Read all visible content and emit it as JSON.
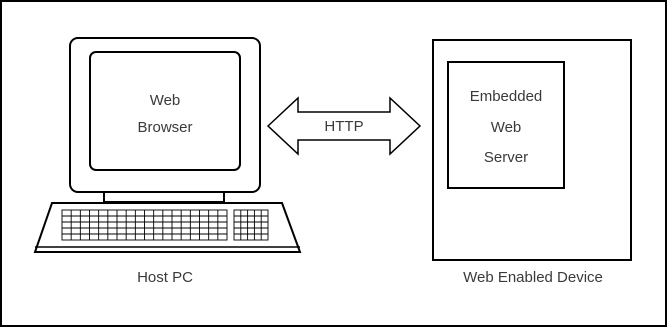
{
  "host": {
    "screen_line1": "Web",
    "screen_line2": "Browser",
    "caption": "Host PC"
  },
  "link": {
    "protocol": "HTTP"
  },
  "device": {
    "server_line1": "Embedded",
    "server_line2": "Web",
    "server_line3": "Server",
    "caption": "Web Enabled Device"
  }
}
